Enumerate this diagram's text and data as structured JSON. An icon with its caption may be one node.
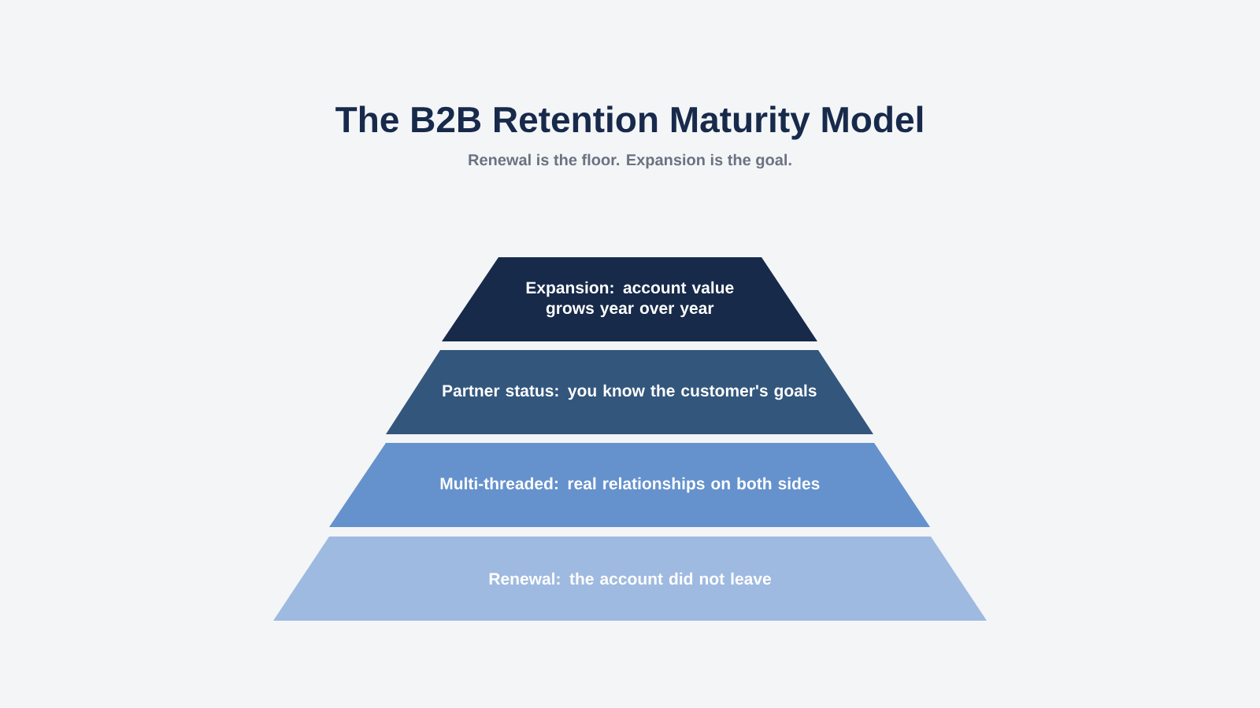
{
  "diagram": {
    "title": "The B2B Retention Maturity Model",
    "nodes": [
      {
        "text": [
          "Expansion: account value grows year over year"
        ]
      },
      {
        "text": [
          "Partner status: you know the customer's goals"
        ]
      },
      {
        "text": [
          "Multi-threaded: real relationships on both sides"
        ]
      },
      {
        "text": [
          "Renewal: the account did not leave"
        ]
      }
    ],
    "labels": [
      "Renewal is the floor. Expansion is the goal."
    ]
  }
}
